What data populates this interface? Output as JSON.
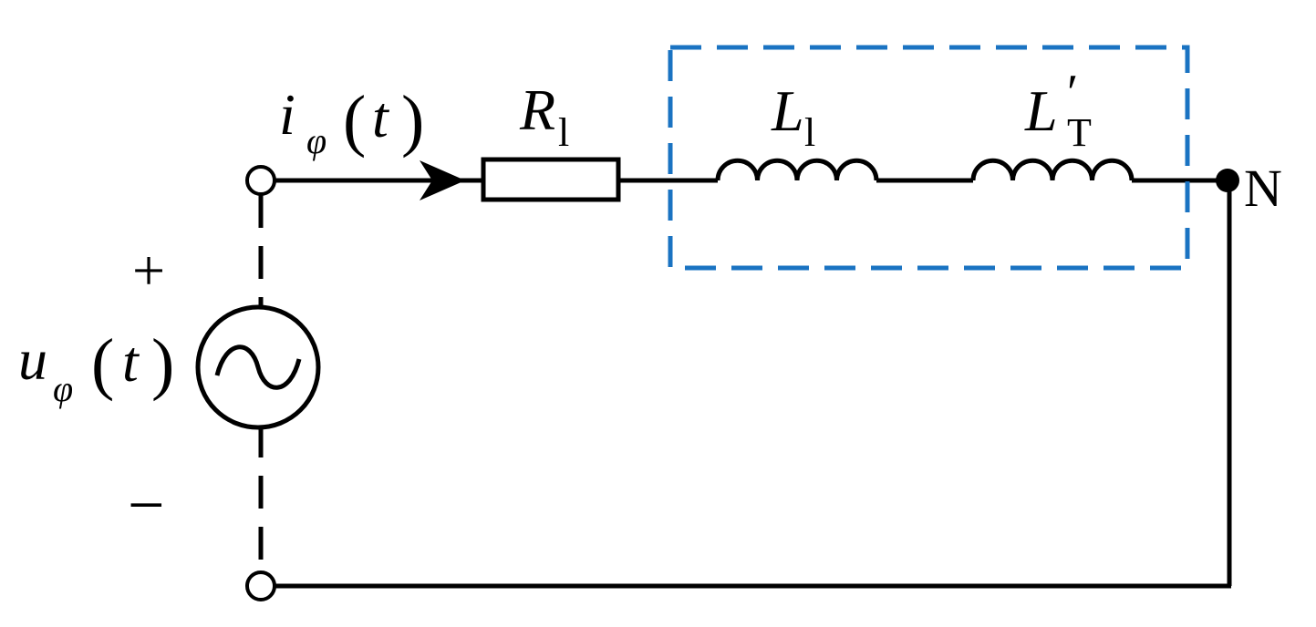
{
  "source": {
    "voltage_symbol": "u",
    "voltage_subscript": "φ",
    "voltage_arg": "t",
    "plus_sign": "+",
    "minus_sign": "−"
  },
  "current": {
    "symbol": "i",
    "subscript": "φ",
    "arg": "t"
  },
  "resistor": {
    "symbol": "R",
    "subscript": "l"
  },
  "inductor_line": {
    "symbol": "L",
    "subscript": "l"
  },
  "inductor_transformer": {
    "symbol": "L",
    "prime": "′",
    "subscript": "T"
  },
  "node": {
    "label": "N"
  },
  "colors": {
    "wire": "#000000",
    "highlight_box": "#1a73c2"
  }
}
